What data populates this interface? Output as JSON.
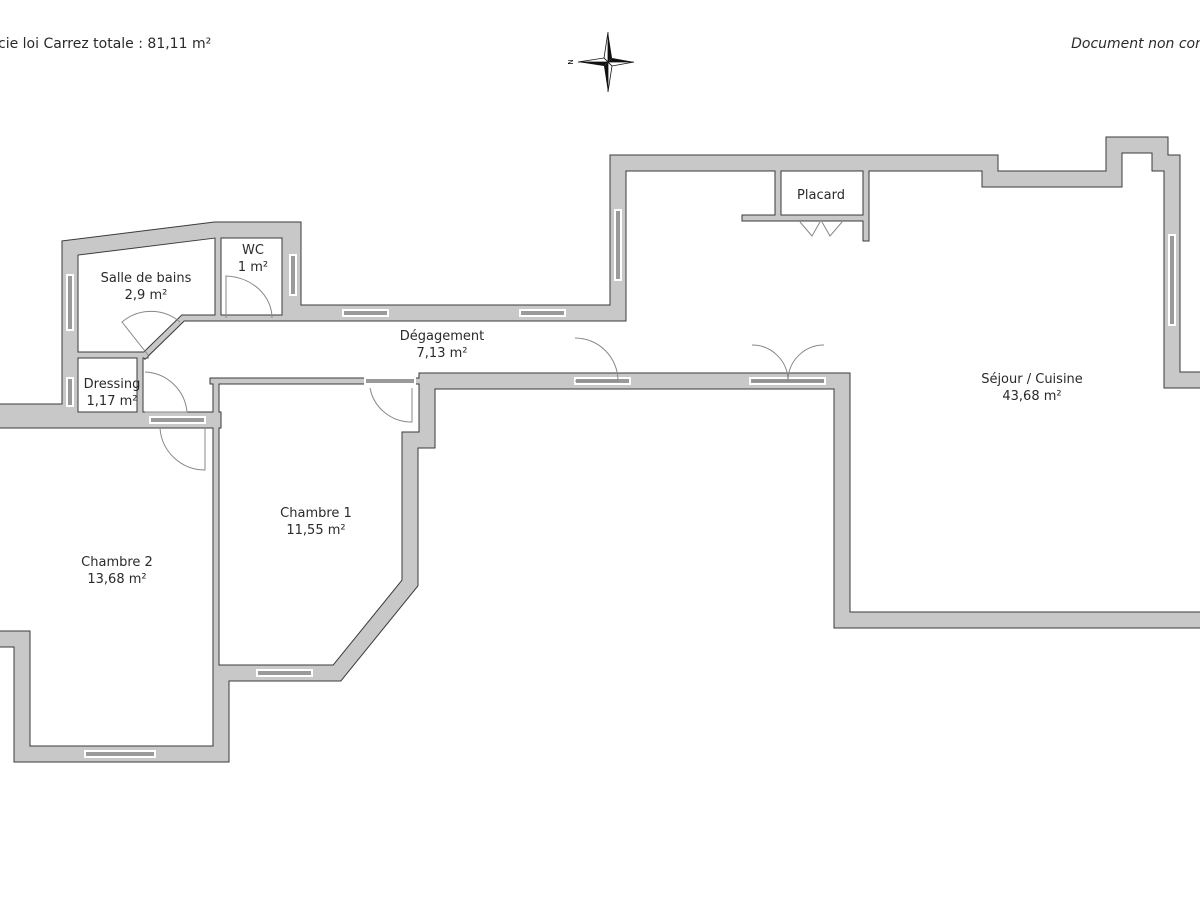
{
  "header": {
    "total_area": "cie loi Carrez totale :  81,11 m²",
    "disclaimer": "Document non con",
    "compass_letter": "N"
  },
  "colors": {
    "wall": "#c8c8c8",
    "wall_outline": "#3a3a3a",
    "window": "#9a9a9a"
  },
  "rooms": [
    {
      "name": "Salle de bains",
      "area": "2,9 m²"
    },
    {
      "name": "WC",
      "area": "1 m²"
    },
    {
      "name": "Dressing",
      "area": "1,17 m²"
    },
    {
      "name": "Dégagement",
      "area": "7,13 m²"
    },
    {
      "name": "Placard",
      "area": ""
    },
    {
      "name": "Séjour / Cuisine",
      "area": "43,68 m²"
    },
    {
      "name": "Chambre 1",
      "area": "11,55 m²"
    },
    {
      "name": "Chambre 2",
      "area": "13,68 m²"
    }
  ]
}
